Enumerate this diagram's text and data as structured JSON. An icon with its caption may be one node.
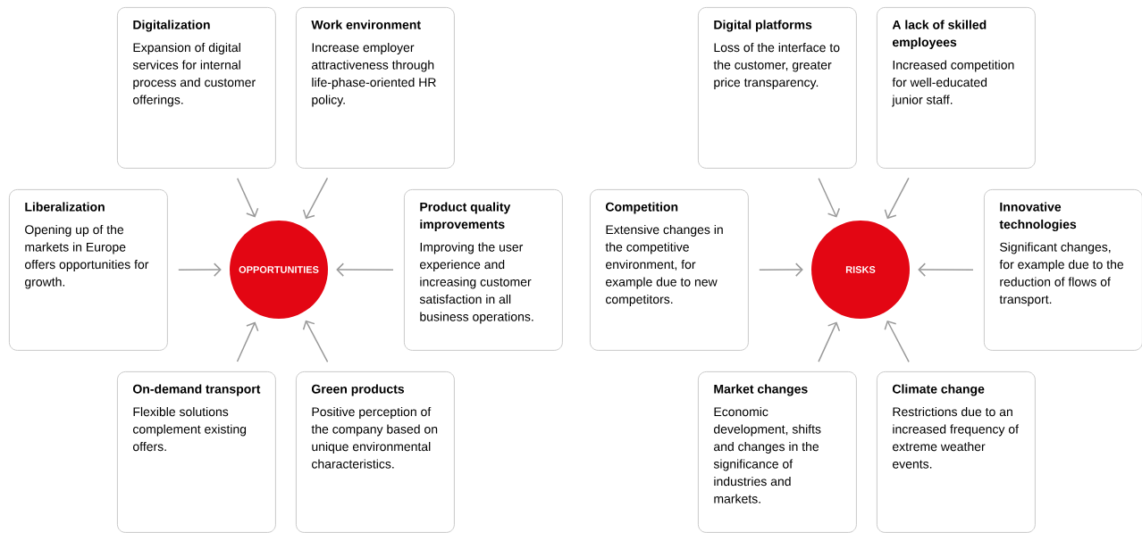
{
  "diagram": {
    "nodes": [
      {
        "text": [
          "Digitalization",
          "Expansion of digital services for internal process and customer offerings."
        ]
      },
      {
        "text": [
          "Work environment",
          "Increase employer attractiveness through life-phase-oriented HR policy."
        ]
      },
      {
        "text": [
          "Liberalization",
          "Opening up of the markets in Europe offers opportunities for growth."
        ]
      },
      {
        "text": [
          "OPPORTUNITIES"
        ]
      },
      {
        "text": [
          "Product quality improvements",
          "Improving the user experience and increasing customer satisfaction in all business operations."
        ]
      },
      {
        "text": [
          "On-demand transport",
          "Flexible solutions complement existing offers."
        ]
      },
      {
        "text": [
          "Green products",
          "Positive perception of the company based on unique environmental characteristics."
        ]
      },
      {
        "text": [
          "Digital platforms",
          "Loss of the interface to the customer, greater price transparency."
        ]
      },
      {
        "text": [
          "A lack of skilled employees",
          "Increased competition for well-educated junior staff."
        ]
      },
      {
        "text": [
          "Competition",
          "Extensive changes in the competitive environment, for example due to new competitors."
        ]
      },
      {
        "text": [
          "RISKS"
        ]
      },
      {
        "text": [
          "Innovative technologies",
          "Significant changes, for example due to the reduction of flows of transport."
        ]
      },
      {
        "text": [
          "Market changes",
          "Economic development, shifts and changes in the significance of industries and markets."
        ]
      },
      {
        "text": [
          "Climate change",
          "Restrictions due to an increased frequency of extreme weather events."
        ]
      }
    ],
    "edges": [
      {
        "from": 0,
        "to": 3,
        "arrow": "to"
      },
      {
        "from": 1,
        "to": 3,
        "arrow": "to"
      },
      {
        "from": 2,
        "to": 3,
        "arrow": "to"
      },
      {
        "from": 4,
        "to": 3,
        "arrow": "to"
      },
      {
        "from": 5,
        "to": 3,
        "arrow": "to"
      },
      {
        "from": 6,
        "to": 3,
        "arrow": "to"
      },
      {
        "from": 7,
        "to": 10,
        "arrow": "to"
      },
      {
        "from": 8,
        "to": 10,
        "arrow": "to"
      },
      {
        "from": 9,
        "to": 10,
        "arrow": "to"
      },
      {
        "from": 11,
        "to": 10,
        "arrow": "to"
      },
      {
        "from": 12,
        "to": 10,
        "arrow": "to"
      },
      {
        "from": 13,
        "to": 10,
        "arrow": "to"
      }
    ]
  }
}
